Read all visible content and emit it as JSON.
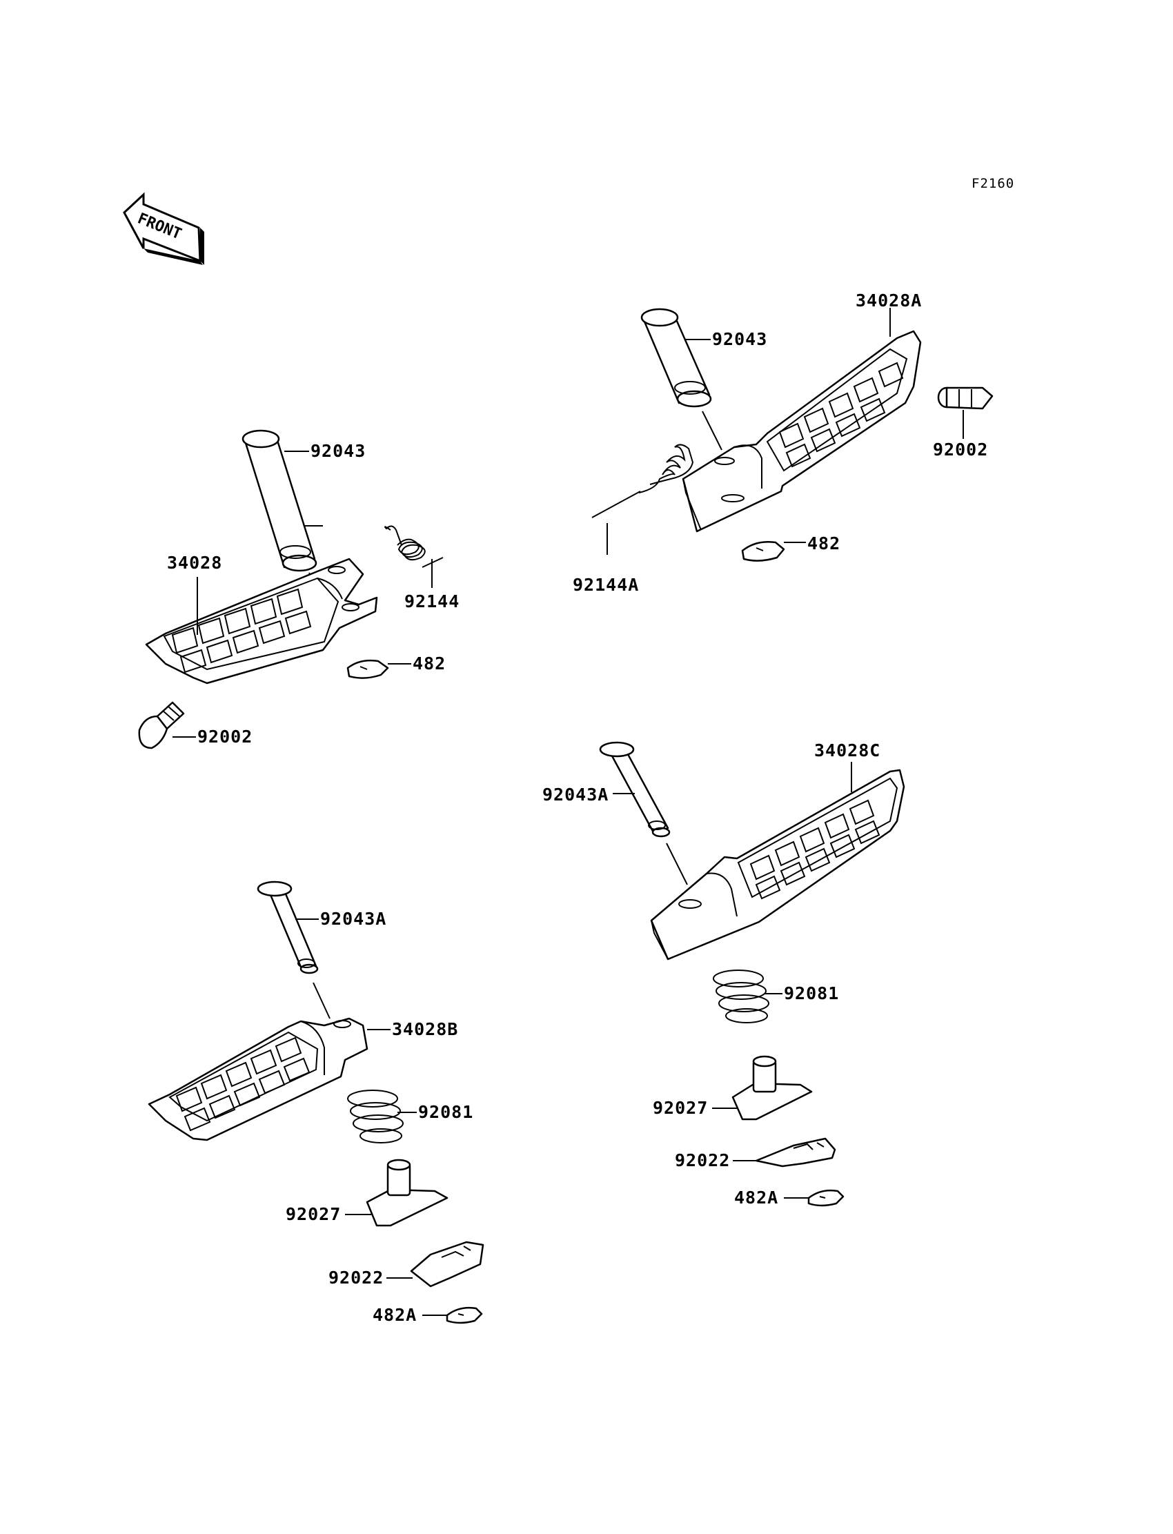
{
  "figure_code": "F2160",
  "front_label": "FRONT",
  "labels": {
    "pin_upper_left": "92043",
    "step_upper_left": "34028",
    "spring_upper_left": "92144",
    "clip_upper_left": "482",
    "rubber_upper_left": "92002",
    "pin_upper_right": "92043",
    "step_upper_right": "34028A",
    "rubber_upper_right": "92002",
    "spring_upper_right": "92144A",
    "clip_upper_right": "482",
    "pin_lower_left": "92043A",
    "step_lower_left": "34028B",
    "spring_lower_left": "92081",
    "bracket_lower_left": "92027",
    "plate_lower_left": "92022",
    "clip_lower_left": "482A",
    "pin_lower_right": "92043A",
    "step_lower_right": "34028C",
    "spring_lower_right": "92081",
    "bracket_lower_right": "92027",
    "plate_lower_right": "92022",
    "clip_lower_right": "482A"
  }
}
